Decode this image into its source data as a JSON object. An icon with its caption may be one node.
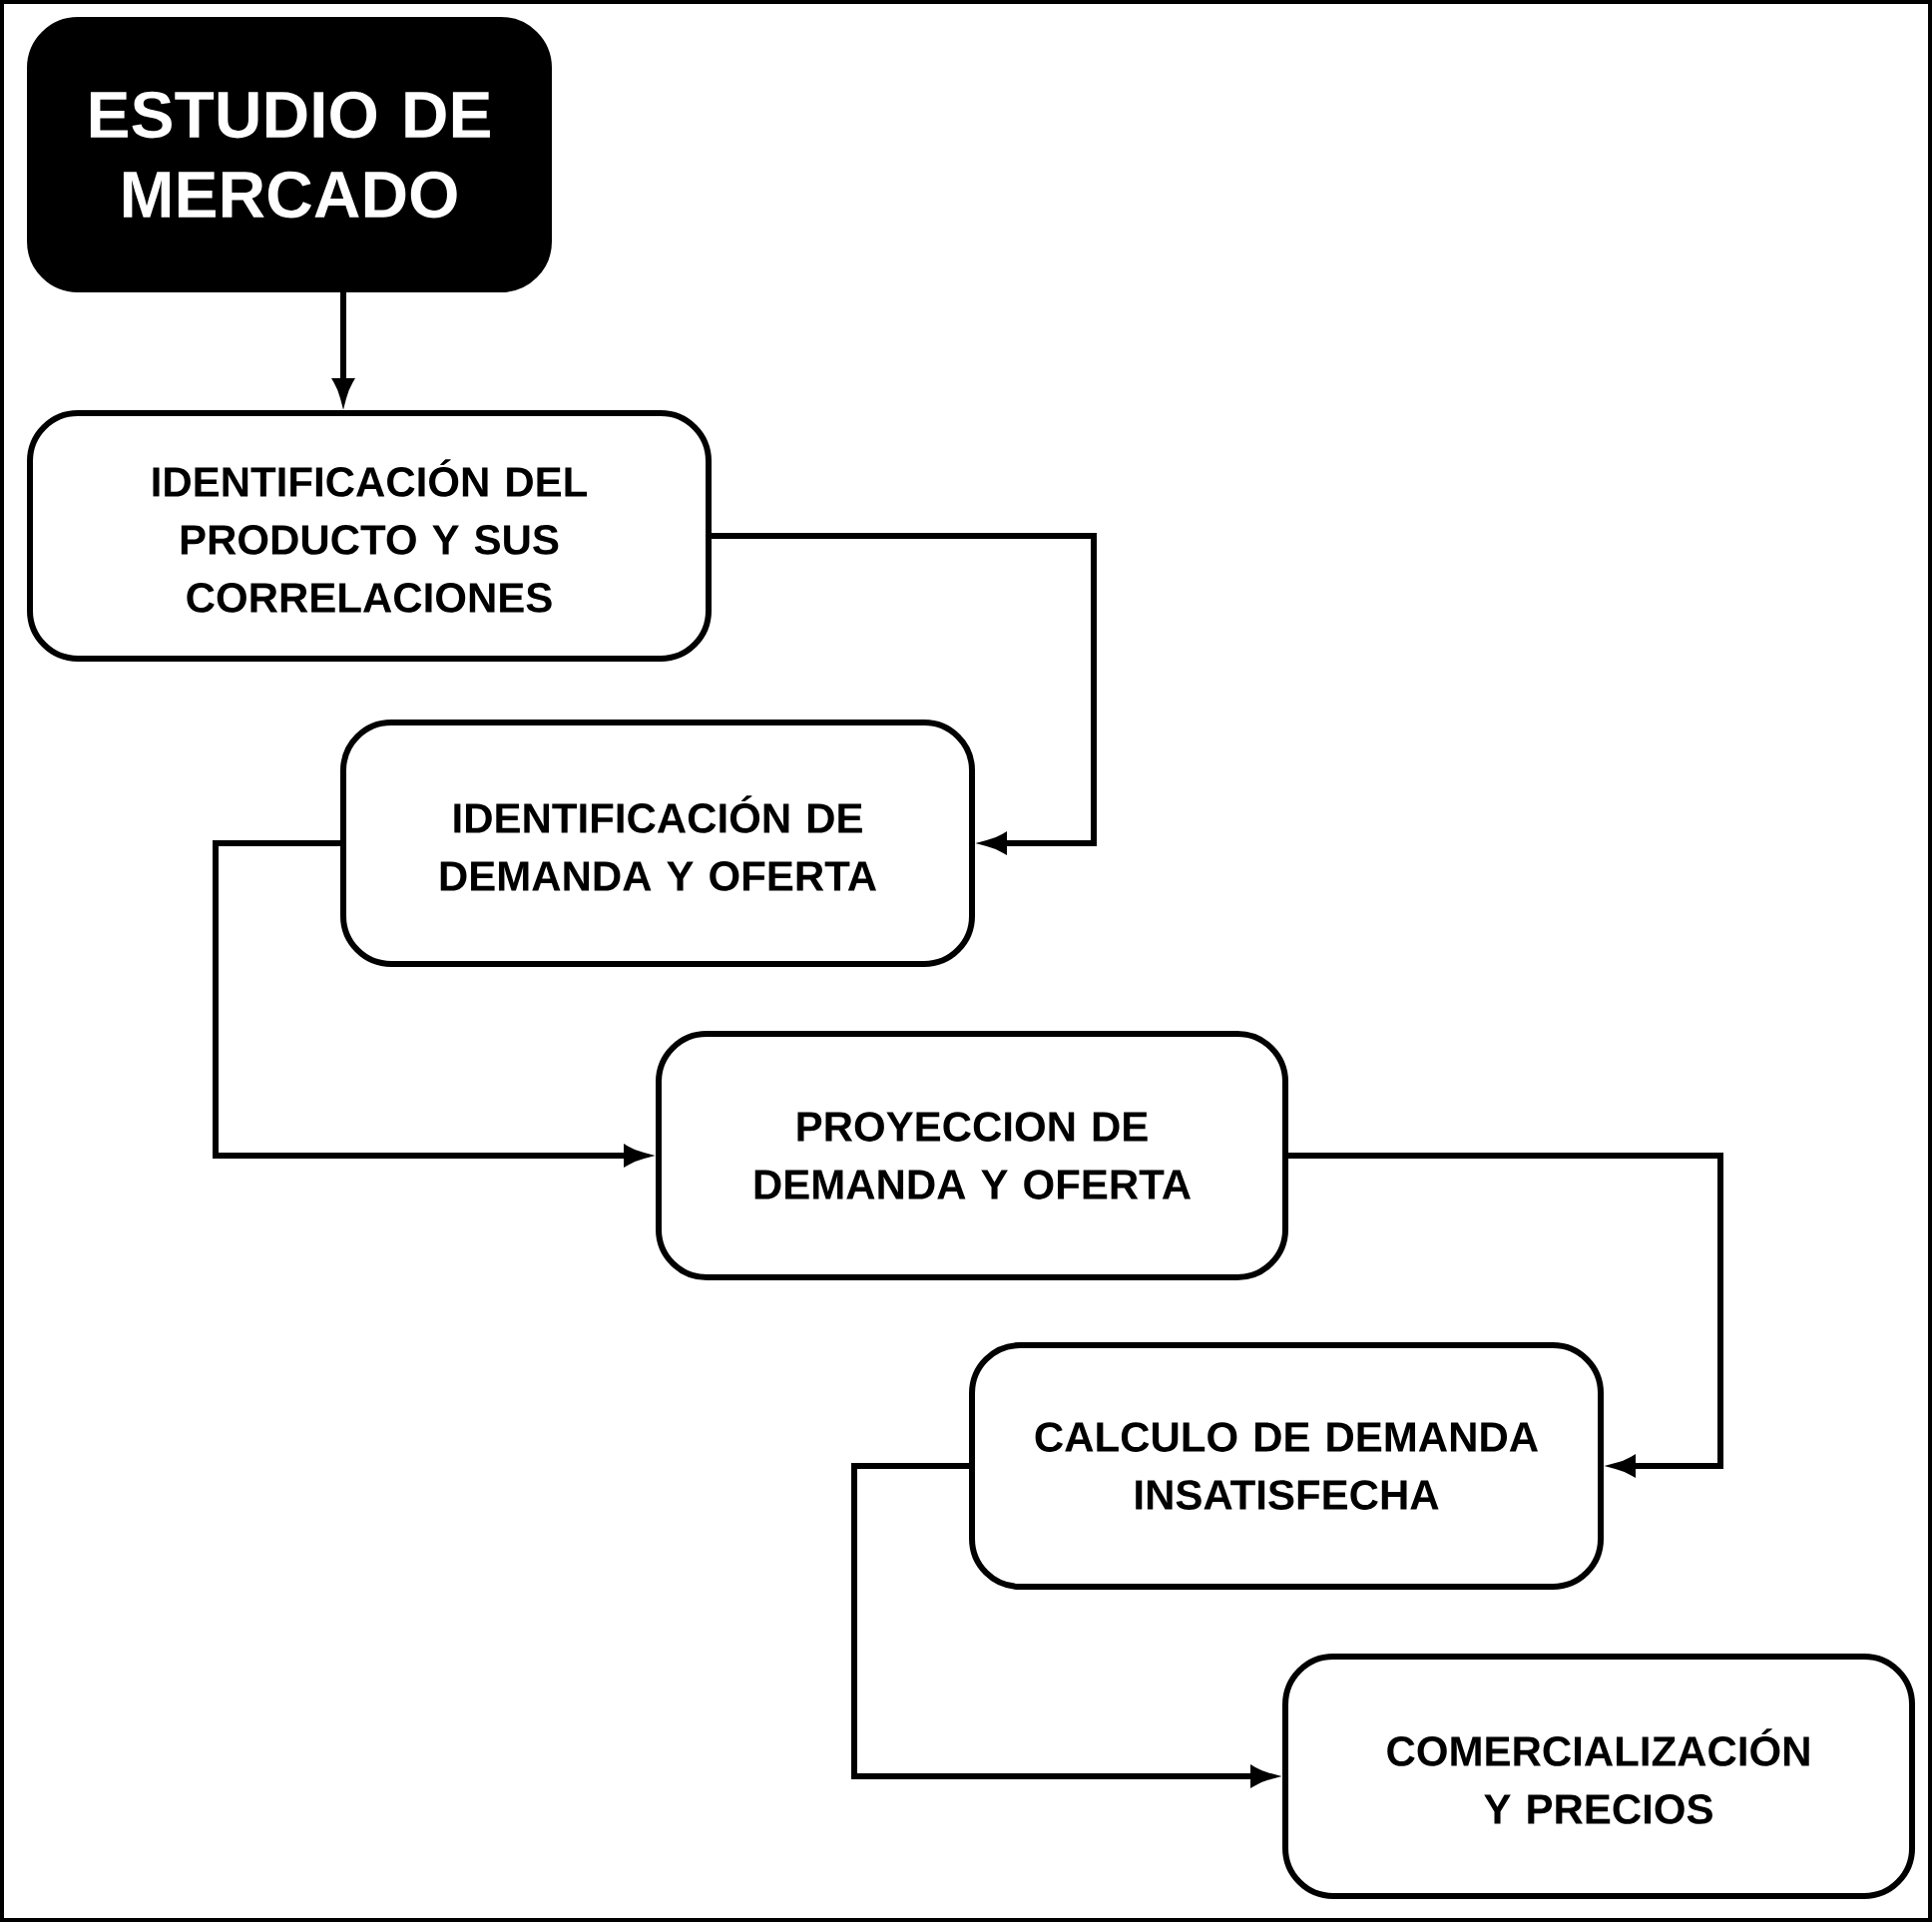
{
  "diagram": {
    "nodes": [
      {
        "text": [
          "ESTUDIO DE MERCADO"
        ]
      },
      {
        "text": [
          "IDENTIFICACIÓN DEL PRODUCTO Y SUS CORRELACIONES"
        ]
      },
      {
        "text": [
          "IDENTIFICACIÓN DE DEMANDA Y OFERTA"
        ]
      },
      {
        "text": [
          "PROYECCION DE DEMANDA Y OFERTA"
        ]
      },
      {
        "text": [
          "CALCULO DE DEMANDA INSATISFECHA"
        ]
      },
      {
        "text": [
          "COMERCIALIZACIÓN Y PRECIOS"
        ]
      }
    ],
    "edges": [
      {
        "from": 0,
        "to": 1,
        "arrow": "to"
      },
      {
        "from": 1,
        "to": 2,
        "arrow": "to"
      },
      {
        "from": 2,
        "to": 3,
        "arrow": "to"
      },
      {
        "from": 3,
        "to": 4,
        "arrow": "to"
      },
      {
        "from": 4,
        "to": 5,
        "arrow": "to"
      }
    ]
  }
}
